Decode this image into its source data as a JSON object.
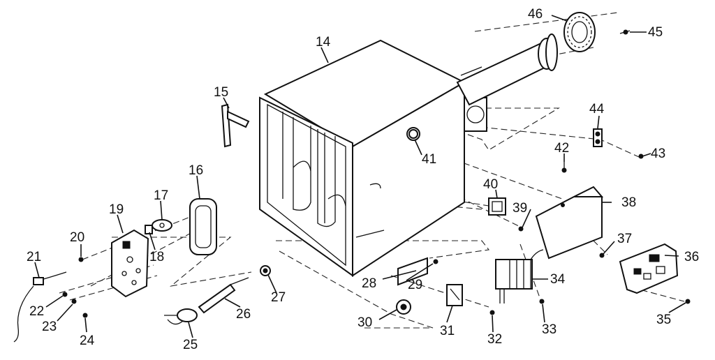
{
  "diagram": {
    "part_numbers": [
      "14",
      "15",
      "16",
      "17",
      "18",
      "19",
      "20",
      "21",
      "22",
      "23",
      "24",
      "25",
      "26",
      "27",
      "28",
      "29",
      "30",
      "31",
      "32",
      "33",
      "34",
      "35",
      "36",
      "37",
      "38",
      "39",
      "40",
      "41",
      "42",
      "43",
      "44",
      "45",
      "46"
    ]
  }
}
